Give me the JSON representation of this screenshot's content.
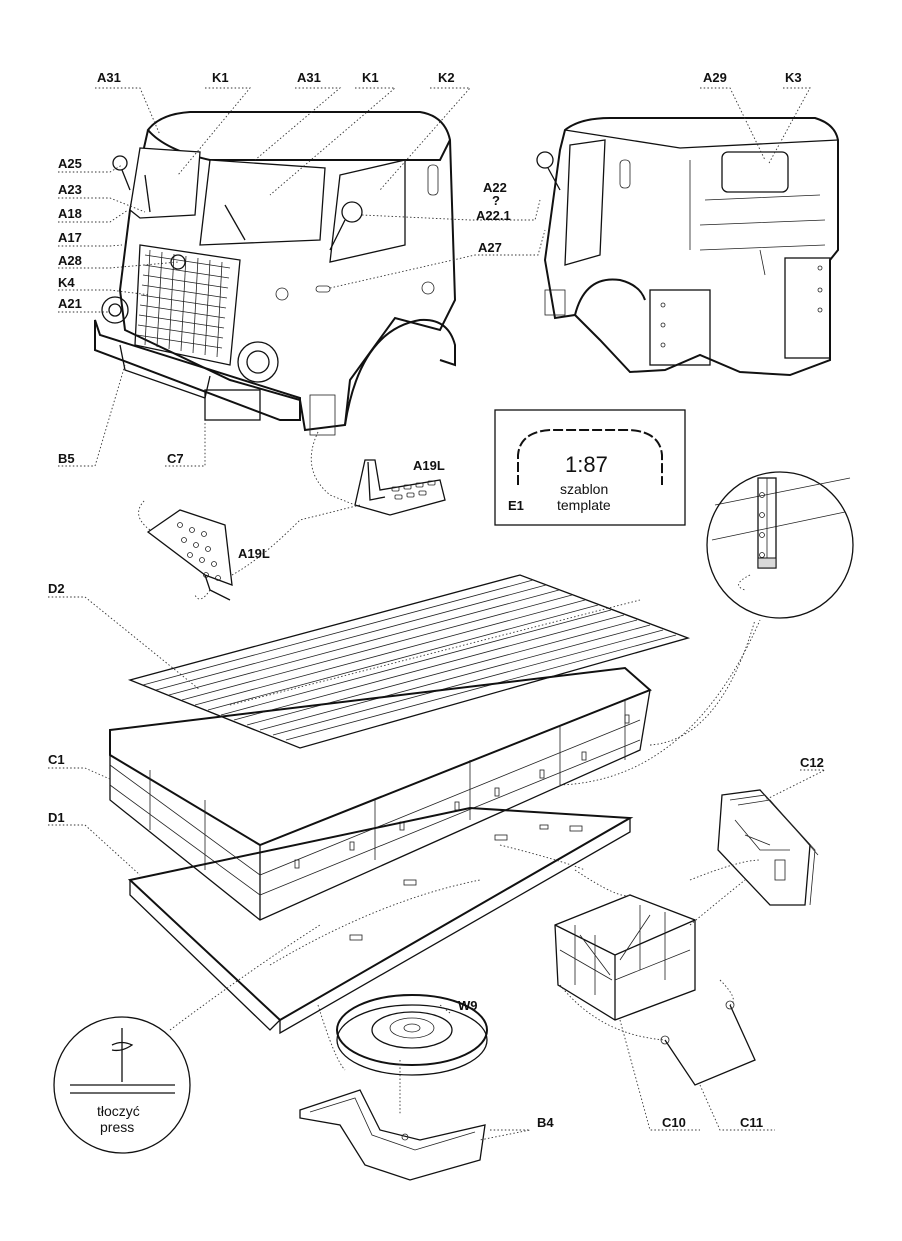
{
  "labels": {
    "A31a": "A31",
    "K1a": "K1",
    "A31b": "A31",
    "K1b": "K1",
    "K2": "K2",
    "A29": "A29",
    "K3": "K3",
    "A25": "A25",
    "A23": "A23",
    "A18": "A18",
    "A17": "A17",
    "A28": "A28",
    "K4": "K4",
    "A21": "A21",
    "A22": "A22",
    "A22q": "?",
    "A22_1": "A22.1",
    "A27": "A27",
    "B5": "B5",
    "C7": "C7",
    "A19L_top": "A19L",
    "A19L_bottom": "A19L",
    "D2": "D2",
    "C1": "C1",
    "D1": "D1",
    "C12": "C12",
    "W9": "W9",
    "B4": "B4",
    "C10": "C10",
    "C11": "C11"
  },
  "template_box": {
    "scale": "1:87",
    "line1": "szablon",
    "line2": "template",
    "part": "E1"
  },
  "press_detail": {
    "line1": "tłoczyć",
    "line2": "press"
  }
}
